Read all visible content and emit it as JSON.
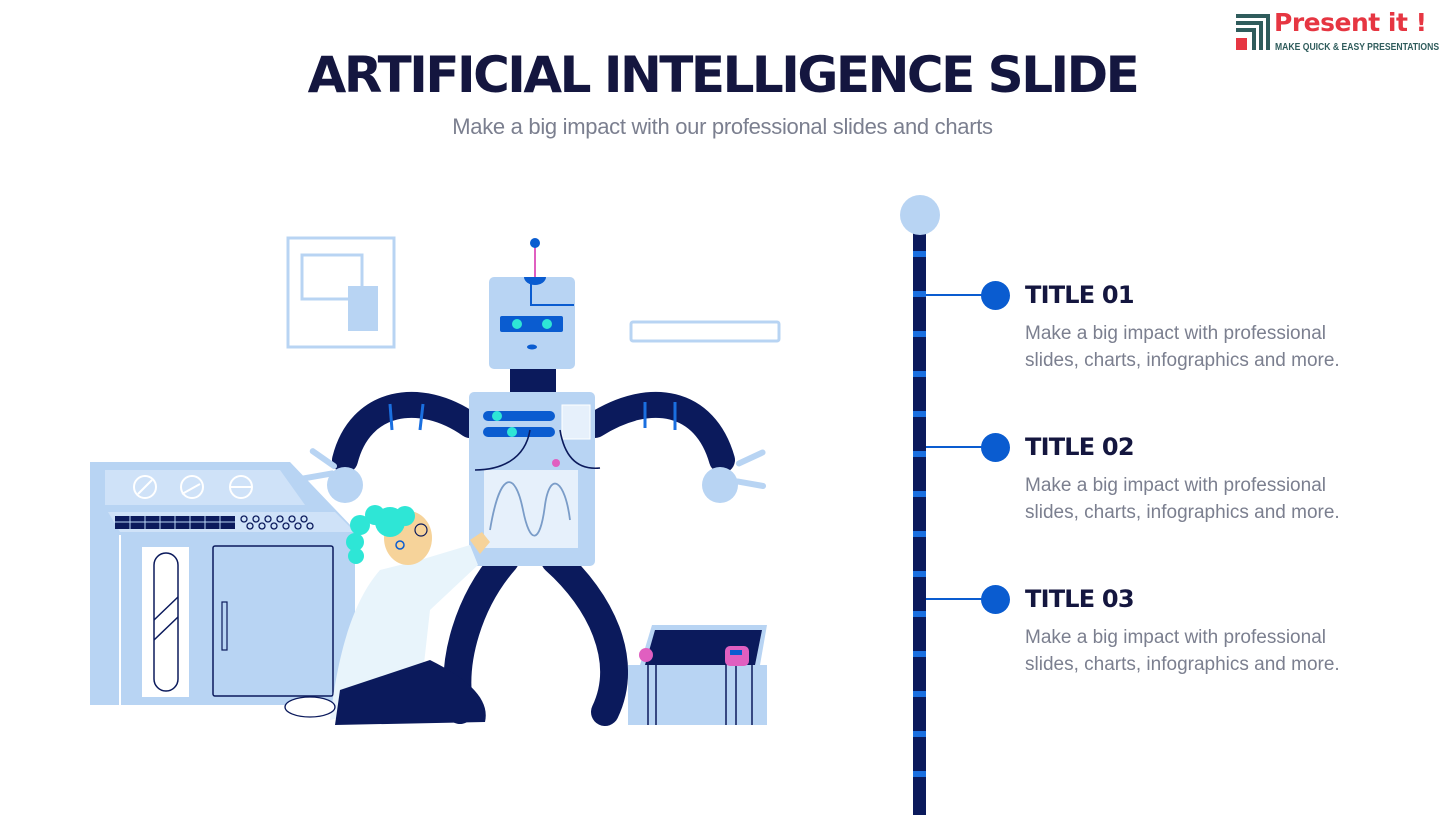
{
  "slide": {
    "title": "ARTIFICIAL INTELLIGENCE SLIDE",
    "subtitle": "Make a big impact with our professional slides and charts"
  },
  "logo": {
    "name": "Present it !",
    "tagline": "MAKE QUICK & EASY PRESENTATIONS",
    "colors": {
      "brand_red": "#e63642",
      "brand_teal": "#2f5c5c"
    }
  },
  "timeline": {
    "items": [
      {
        "title": "TITLE 01",
        "description_line1": "Make a big impact with professional",
        "description_line2": "slides, charts, infographics and more."
      },
      {
        "title": "TITLE 02",
        "description_line1": "Make a big impact with professional",
        "description_line2": "slides, charts, infographics and more."
      },
      {
        "title": "TITLE 03",
        "description_line1": "Make a big impact with professional",
        "description_line2": "slides, charts, infographics and more."
      }
    ],
    "colors": {
      "bar": "#0b1a5c",
      "accent": "#0a5cd0",
      "top_circle": "#b8d4f3"
    }
  },
  "illustration": {
    "description": "robot-and-scientist",
    "colors": {
      "light_blue": "#b8d4f3",
      "navy": "#0b1a5c",
      "cyan": "#2ee6d6",
      "pink": "#e05fc0",
      "skin": "#f6d39a"
    }
  }
}
